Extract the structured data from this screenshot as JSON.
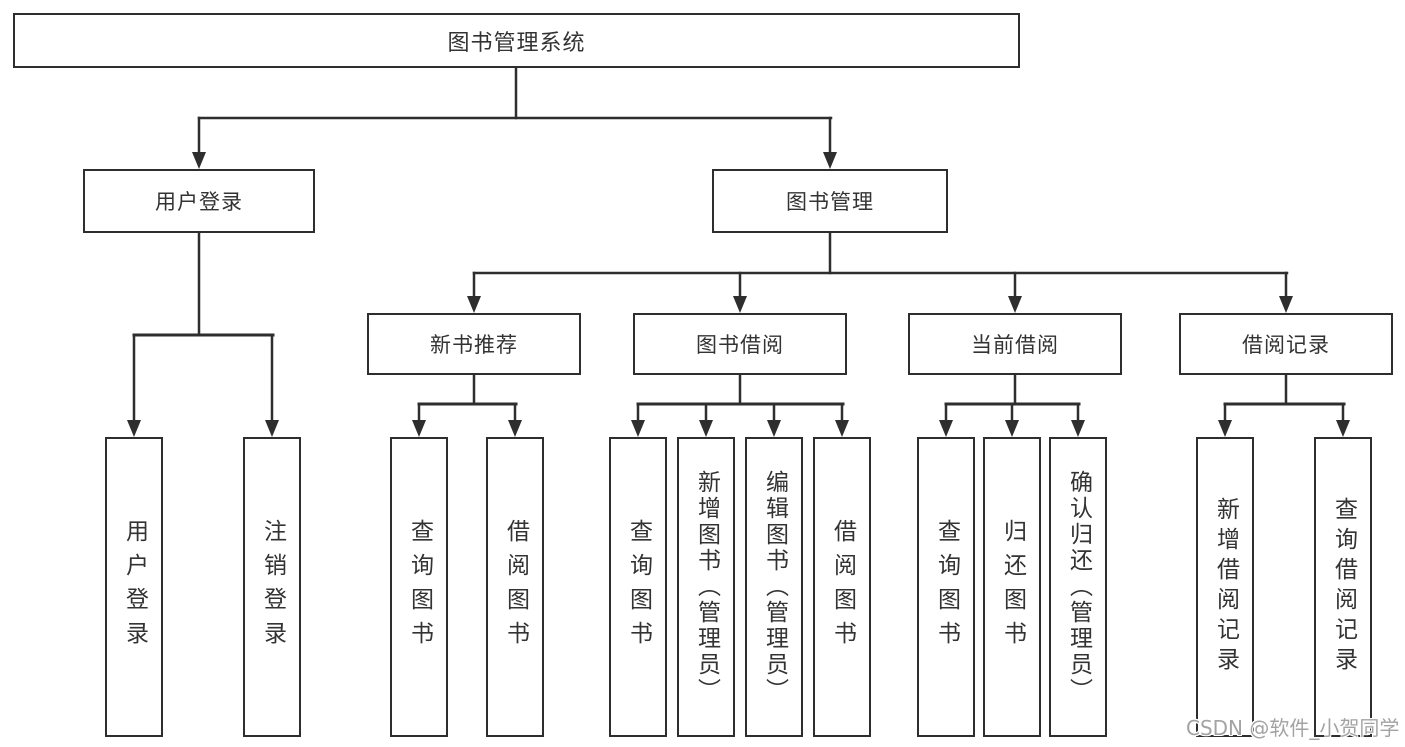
{
  "diagram": {
    "root": {
      "label": "图书管理系统"
    },
    "branches": [
      {
        "label": "用户登录",
        "children": [
          {
            "label": "用户登录"
          },
          {
            "label": "注销登录"
          }
        ]
      },
      {
        "label": "图书管理",
        "children": [
          {
            "label": "新书推荐",
            "children": [
              {
                "label": "查询图书"
              },
              {
                "label": "借阅图书"
              }
            ]
          },
          {
            "label": "图书借阅",
            "children": [
              {
                "label": "查询图书"
              },
              {
                "label": "新增图书（管理员）"
              },
              {
                "label": "编辑图书（管理员）"
              },
              {
                "label": "借阅图书"
              }
            ]
          },
          {
            "label": "当前借阅",
            "children": [
              {
                "label": "查询图书"
              },
              {
                "label": "归还图书"
              },
              {
                "label": "确认归还（管理员）"
              }
            ]
          },
          {
            "label": "借阅记录",
            "children": [
              {
                "label": "新增借阅记录"
              },
              {
                "label": "查询借阅记录"
              }
            ]
          }
        ]
      }
    ]
  },
  "watermark": {
    "text": "CSDN @软件_小贺同学"
  },
  "colors": {
    "line": "#2e2e2e",
    "text": "#333333",
    "watermark": "#a3a3a3",
    "background": "#ffffff"
  }
}
